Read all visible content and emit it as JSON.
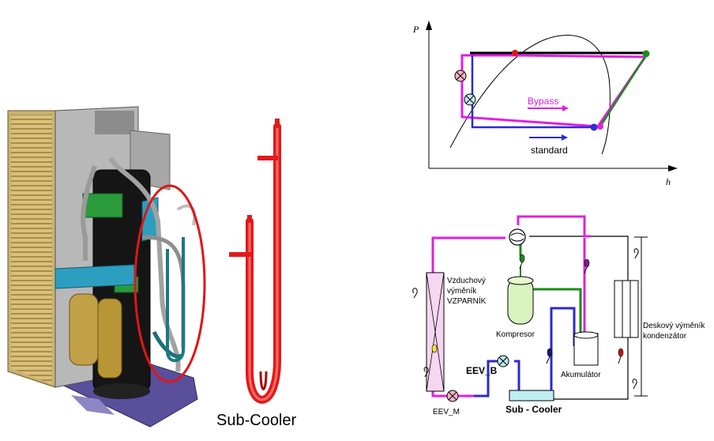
{
  "unit_photo": {
    "caption": ""
  },
  "sub_cooler_part": {
    "caption": "Sub-Cooler"
  },
  "ph_diagram": {
    "y_axis": "P",
    "x_axis": "h",
    "bypass_label": "Bypass",
    "standard_label": "standard",
    "colors": {
      "bypass": "#e01fe0",
      "standard": "#2b2bd6",
      "high_pressure_line": "#000000",
      "compression_green": "#1e8a1e"
    }
  },
  "schematic": {
    "evaporator_label": "Vzduchový výměník VZPARNÍK",
    "compressor_label": "Kompresor",
    "accumulator_label": "Akumulátor",
    "condenser_label": "Deskový výměník kondenzátor",
    "eev_b_label": "EEV_B",
    "eev_m_label": "EEV_M",
    "sub_cooler_label": "Sub - Cooler",
    "colors": {
      "pink_pipe": "#e020e0",
      "blue_pipe": "#2a2ad0",
      "green_pipe": "#1b8a1b",
      "black_pipe": "#000000"
    }
  }
}
